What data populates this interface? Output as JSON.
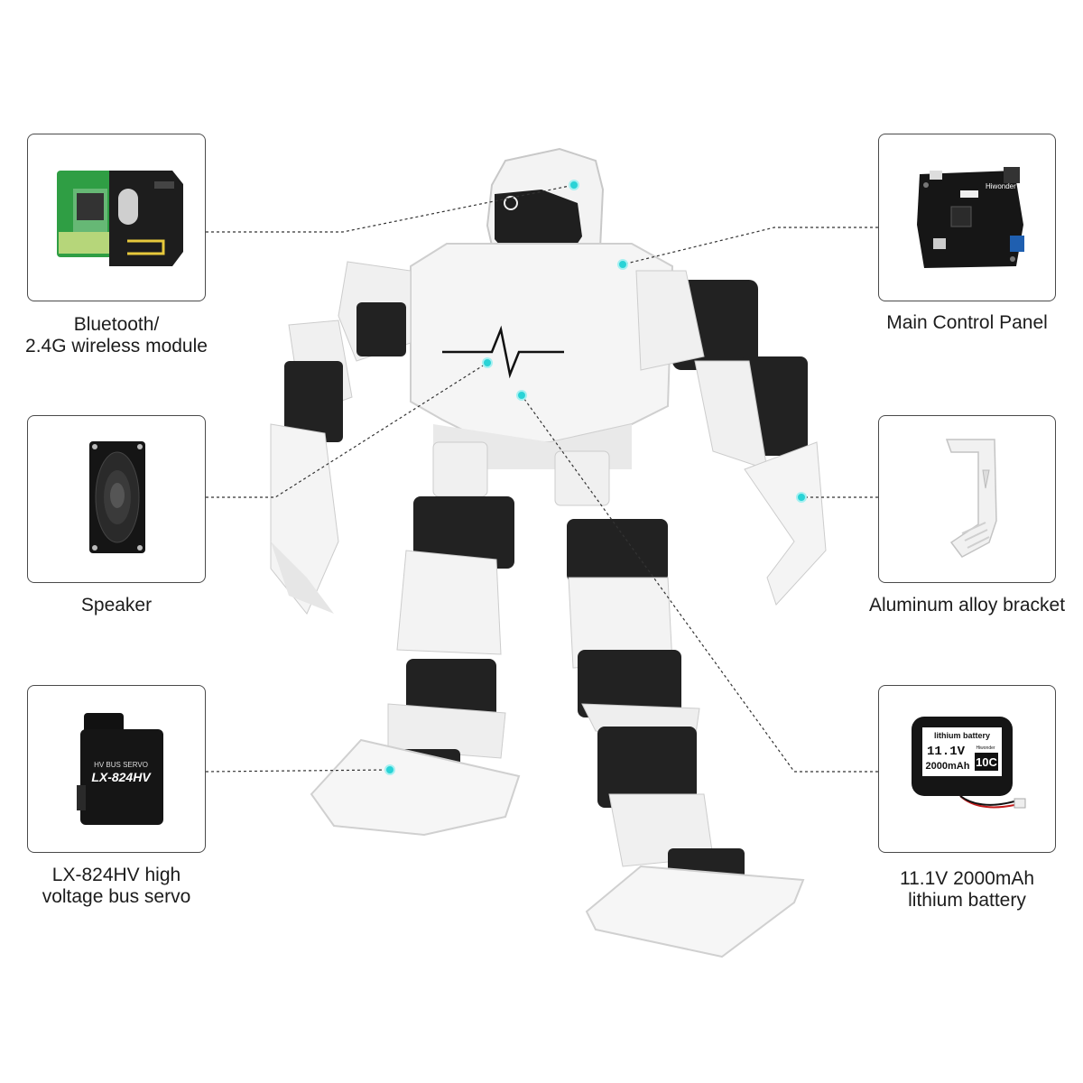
{
  "components": {
    "bluetooth": {
      "icon": "wireless-module-icon",
      "line1": "Bluetooth/",
      "line2": "2.4G wireless module"
    },
    "speaker": {
      "icon": "speaker-icon",
      "line1": "Speaker"
    },
    "servo": {
      "icon": "servo-icon",
      "line1": "LX-824HV high",
      "line2": "voltage bus servo",
      "label_top": "HV BUS SERVO",
      "label_model": "LX-824HV"
    },
    "control": {
      "icon": "control-board-icon",
      "line1": "Main Control Panel",
      "brand": "Hiwonder"
    },
    "bracket": {
      "icon": "bracket-icon",
      "line1": "Aluminum alloy bracket"
    },
    "battery": {
      "icon": "battery-icon",
      "line1": "11.1V 2000mAh",
      "line2": "lithium battery",
      "label_title": "lithium battery",
      "label_voltage": "11.1V",
      "label_capacity": "2000mAh",
      "label_rate": "10C",
      "label_brand": "Hiwonder"
    }
  },
  "colors": {
    "accent": "#29d3d6",
    "frame": "#4a4a4a",
    "robot_white": "#f2f2f2",
    "servo_black": "#1e1e1e"
  }
}
